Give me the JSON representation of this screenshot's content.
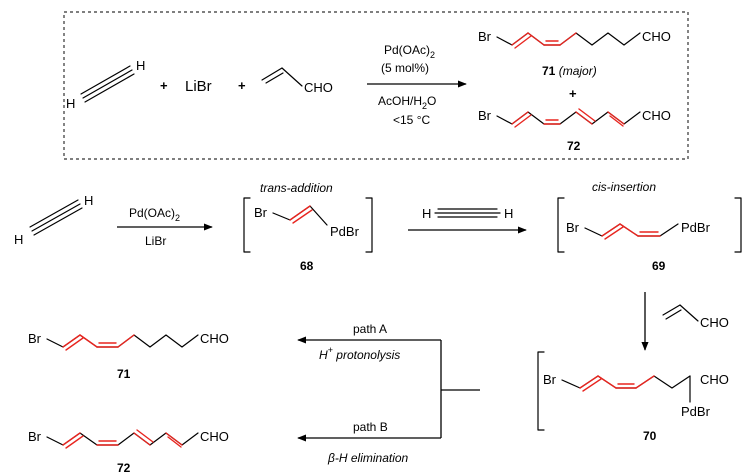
{
  "colors": {
    "double_bond_highlight": "#e8251f",
    "ink": "#000000",
    "box_border": "#333333"
  },
  "overall": {
    "acetylene_H_top": "H",
    "acetylene_H_bottom": "H",
    "plus_1": "+",
    "LiBr": "LiBr",
    "plus_2": "+",
    "acrolein_CHO": "CHO",
    "cond_catalyst": "Pd(OAc)",
    "cond_catalyst_sub": "2",
    "cond_loading": "(5 mol%)",
    "cond_solvent_a": "AcOH/H",
    "cond_solvent_sub": "2",
    "cond_solvent_b": "O",
    "cond_temp": "<15 °C",
    "prod71_Br": "Br",
    "prod71_CHO": "CHO",
    "prod71_num": "71",
    "prod71_note": "(major)",
    "plus_3": "+",
    "prod72_Br": "Br",
    "prod72_CHO": "CHO",
    "prod72_num": "72"
  },
  "mechanism": {
    "acetylene_H_top": "H",
    "acetylene_H_bottom": "H",
    "step1_reagent": "Pd(OAc)",
    "step1_reagent_sub": "2",
    "step1_reagent2": "LiBr",
    "trans_label": "trans-addition",
    "int68_Br": "Br",
    "int68_PdBr": "PdBr",
    "int68_num": "68",
    "step2_H_left": "H",
    "step2_H_right": "H",
    "cis_label": "cis-insertion",
    "int69_Br": "Br",
    "int69_PdBr": "PdBr",
    "int69_num": "69",
    "acrolein_CHO": "CHO",
    "int70_Br": "Br",
    "int70_CHO": "CHO",
    "int70_PdBr": "PdBr",
    "int70_num": "70",
    "pathA_label": "path A",
    "pathA_cond_H": "H",
    "pathA_cond_sup": "+",
    "pathA_cond_rest": " protonolysis",
    "pathB_label": "path B",
    "pathB_cond": "β-H elimination",
    "prod71_Br": "Br",
    "prod71_CHO": "CHO",
    "prod71_num": "71",
    "prod72_Br": "Br",
    "prod72_CHO": "CHO",
    "prod72_num": "72"
  }
}
